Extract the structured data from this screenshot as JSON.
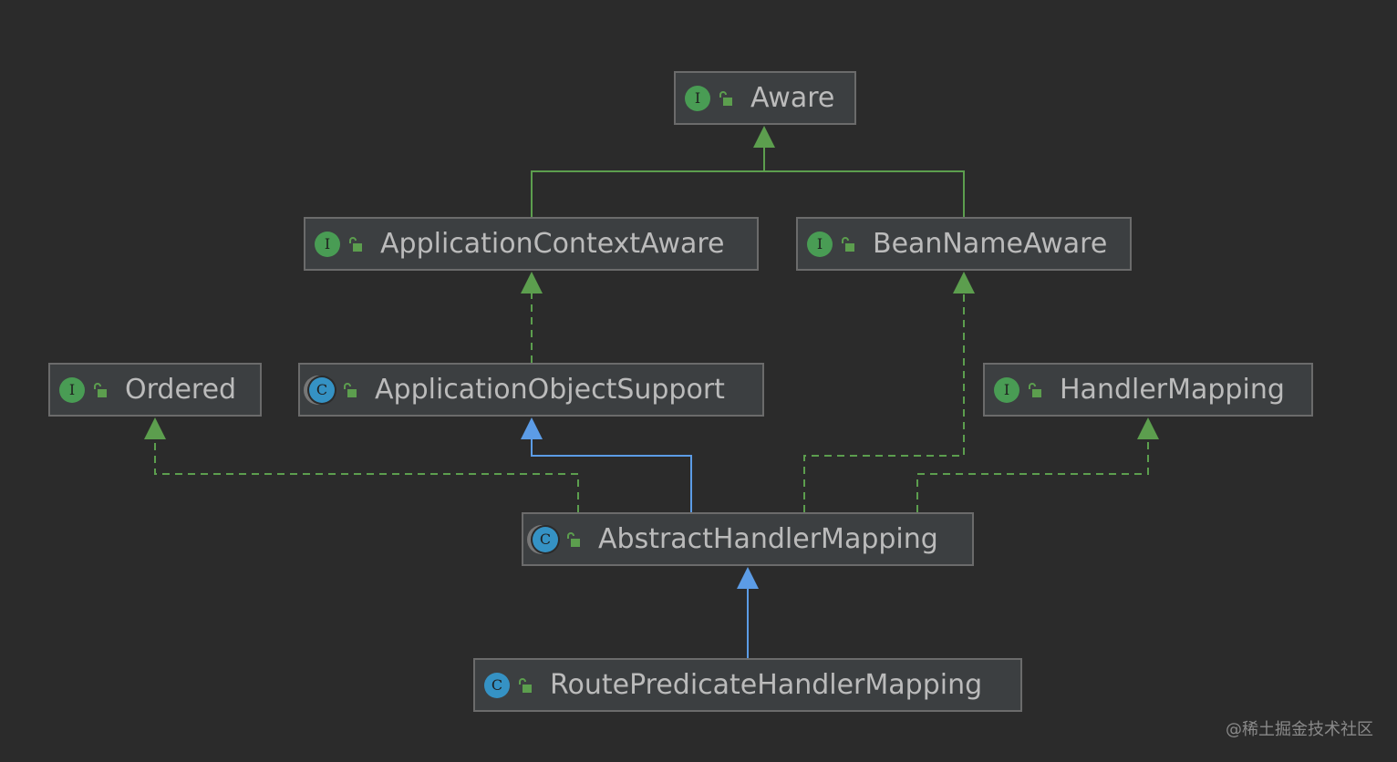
{
  "colors": {
    "background": "#2b2b2b",
    "node_fill": "#3c3f41",
    "node_border": "#6b6b6b",
    "implements_edge": "#5c9e4e",
    "extends_edge": "#5c9ce6",
    "interface_badge": "#499c54",
    "class_badge": "#3592c4"
  },
  "nodes": {
    "aware": {
      "label": "Aware",
      "kind": "interface",
      "badge": "I"
    },
    "application_context_aware": {
      "label": "ApplicationContextAware",
      "kind": "interface",
      "badge": "I"
    },
    "bean_name_aware": {
      "label": "BeanNameAware",
      "kind": "interface",
      "badge": "I"
    },
    "ordered": {
      "label": "Ordered",
      "kind": "interface",
      "badge": "I"
    },
    "application_object_support": {
      "label": "ApplicationObjectSupport",
      "kind": "abstract-class",
      "badge": "C"
    },
    "handler_mapping": {
      "label": "HandlerMapping",
      "kind": "interface",
      "badge": "I"
    },
    "abstract_handler_mapping": {
      "label": "AbstractHandlerMapping",
      "kind": "abstract-class",
      "badge": "C"
    },
    "route_predicate_handler_mapping": {
      "label": "RoutePredicateHandlerMapping",
      "kind": "class",
      "badge": "C"
    }
  },
  "edges": [
    {
      "from": "application_context_aware",
      "to": "aware",
      "type": "extends-interface",
      "style": "solid"
    },
    {
      "from": "bean_name_aware",
      "to": "aware",
      "type": "extends-interface",
      "style": "solid"
    },
    {
      "from": "application_object_support",
      "to": "application_context_aware",
      "type": "implements",
      "style": "dashed"
    },
    {
      "from": "abstract_handler_mapping",
      "to": "ordered",
      "type": "implements",
      "style": "dashed"
    },
    {
      "from": "abstract_handler_mapping",
      "to": "application_object_support",
      "type": "extends",
      "style": "solid"
    },
    {
      "from": "abstract_handler_mapping",
      "to": "bean_name_aware",
      "type": "implements",
      "style": "dashed"
    },
    {
      "from": "abstract_handler_mapping",
      "to": "handler_mapping",
      "type": "implements",
      "style": "dashed"
    },
    {
      "from": "route_predicate_handler_mapping",
      "to": "abstract_handler_mapping",
      "type": "extends",
      "style": "solid"
    }
  ],
  "watermark": "@稀土掘金技术社区"
}
